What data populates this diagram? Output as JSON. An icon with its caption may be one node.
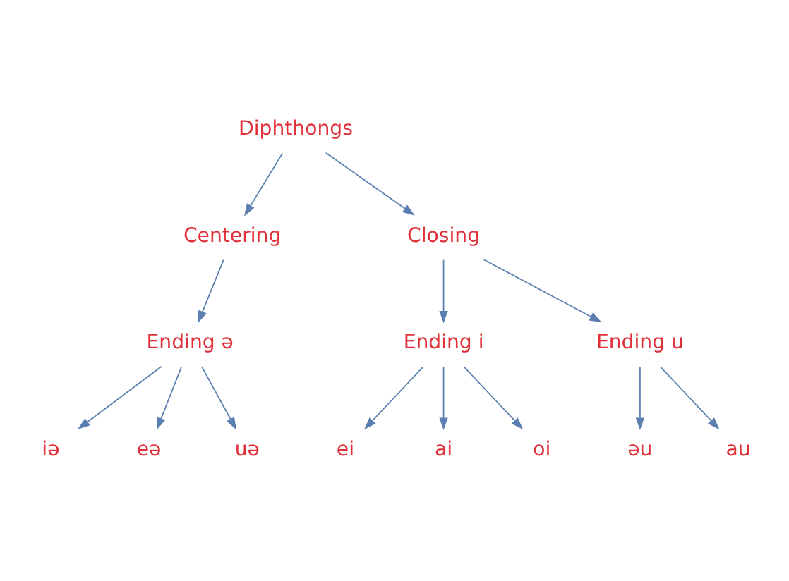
{
  "diagram": {
    "nodes": [
      {
        "text": [
          "Diphthongs"
        ]
      },
      {
        "text": [
          "Centering"
        ]
      },
      {
        "text": [
          "Closing"
        ]
      },
      {
        "text": [
          "Ending ə"
        ]
      },
      {
        "text": [
          "Ending i"
        ]
      },
      {
        "text": [
          "Ending u"
        ]
      },
      {
        "text": [
          "iə"
        ]
      },
      {
        "text": [
          "eə"
        ]
      },
      {
        "text": [
          "uə"
        ]
      },
      {
        "text": [
          "ei"
        ]
      },
      {
        "text": [
          "ai"
        ]
      },
      {
        "text": [
          "oi"
        ]
      },
      {
        "text": [
          "əu"
        ]
      },
      {
        "text": [
          "au"
        ]
      }
    ],
    "edges": [
      {
        "from": 0,
        "to": 1,
        "arrow": "to"
      },
      {
        "from": 0,
        "to": 2,
        "arrow": "to"
      },
      {
        "from": 1,
        "to": 3,
        "arrow": "to"
      },
      {
        "from": 2,
        "to": 4,
        "arrow": "to"
      },
      {
        "from": 2,
        "to": 5,
        "arrow": "to"
      },
      {
        "from": 3,
        "to": 6,
        "arrow": "to"
      },
      {
        "from": 3,
        "to": 7,
        "arrow": "to"
      },
      {
        "from": 3,
        "to": 8,
        "arrow": "to"
      },
      {
        "from": 4,
        "to": 9,
        "arrow": "to"
      },
      {
        "from": 4,
        "to": 10,
        "arrow": "to"
      },
      {
        "from": 4,
        "to": 11,
        "arrow": "to"
      },
      {
        "from": 5,
        "to": 12,
        "arrow": "to"
      },
      {
        "from": 5,
        "to": 13,
        "arrow": "to"
      }
    ]
  }
}
